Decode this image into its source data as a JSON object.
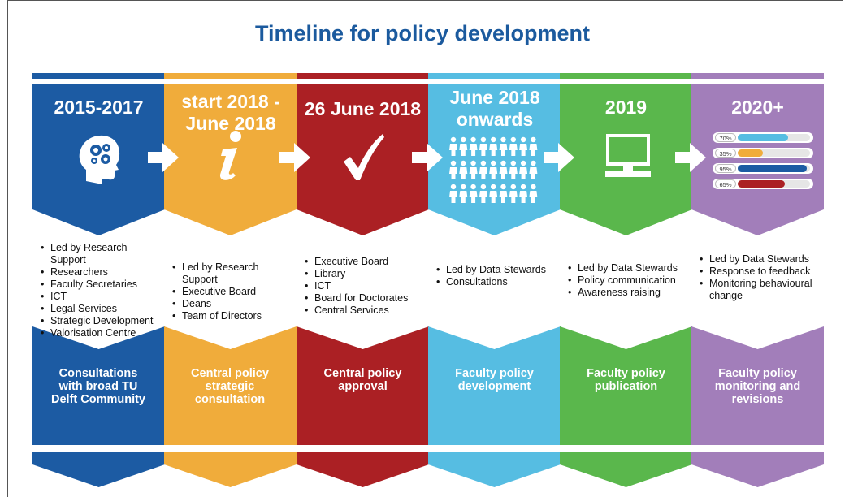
{
  "title": "Timeline for policy development",
  "colors": {
    "title": "#1b5a9e",
    "blue": "#1c5ba3",
    "orange": "#f0ac3b",
    "red": "#ab2024",
    "lightblue": "#56bde2",
    "green": "#5ab74c",
    "purple": "#a27eba"
  },
  "stages": [
    {
      "period": "2015-2017",
      "icon": "brain-gears-icon",
      "actors": [
        "Led by Research Support",
        "Researchers",
        "Faculty Secretaries",
        "ICT",
        "Legal Services",
        "Strategic Development",
        "Valorisation Centre"
      ],
      "phase": "Consultations with broad TU Delft Community"
    },
    {
      "period": "start 2018 - June 2018",
      "icon": "info-icon",
      "actors": [
        "Led by Research Support",
        "Executive Board",
        "Deans",
        "Team of Directors"
      ],
      "phase": "Central policy strategic consultation"
    },
    {
      "period": "26 June 2018",
      "icon": "checkmark-icon",
      "actors": [
        "Executive Board",
        "Library",
        "ICT",
        "Board for Doctorates",
        "Central Services"
      ],
      "phase": "Central policy approval"
    },
    {
      "period": "June 2018 onwards",
      "icon": "people-group-icon",
      "actors": [
        "Led by Data Stewards",
        "Consultations"
      ],
      "phase": "Faculty policy development"
    },
    {
      "period": "2019",
      "icon": "computer-monitor-icon",
      "actors": [
        "Led by Data Stewards",
        "Policy communication",
        "Awareness raising"
      ],
      "phase": "Faculty policy publication"
    },
    {
      "period": "2020+",
      "icon": "progress-bars-icon",
      "actors": [
        "Led by Data Stewards",
        "Response to feedback",
        "Monitoring behavioural change"
      ],
      "phase": "Faculty policy monitoring and revisions"
    }
  ],
  "progress": [
    {
      "label": "70%",
      "value": 0.7,
      "color": "#56bde2"
    },
    {
      "label": "35%",
      "value": 0.35,
      "color": "#f0ac3b"
    },
    {
      "label": "95%",
      "value": 0.95,
      "color": "#1c5ba3"
    },
    {
      "label": "65%",
      "value": 0.65,
      "color": "#ab2024"
    }
  ]
}
